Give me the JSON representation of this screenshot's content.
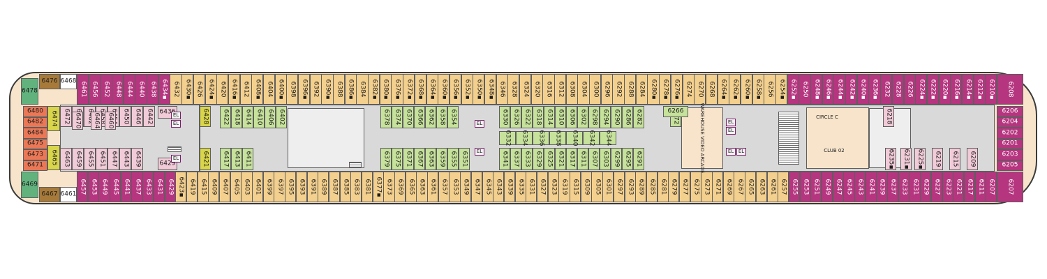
{
  "colors": {
    "hull": "#f7e4cb",
    "hall": "#d9d9d9",
    "balcony_suite": "#b5357f",
    "verandah": "#f4d08e",
    "oceanview": "#c6e29b",
    "interior": "#f1cbd8",
    "aft_suite": "#ea7857",
    "corner": "#a77a3a",
    "aft_green": "#62b27e",
    "lime": "#d9d64b"
  },
  "venues": {
    "arcade": "WAREHOUSE VIDEO ARCADE",
    "circle_c": "CIRCLE C",
    "club02": "CLUB 02",
    "elevator": "EL"
  },
  "top_row": [
    "6461",
    "6456",
    "6452",
    "6448",
    "6444",
    "6440",
    "6438",
    "6434▪",
    "6432",
    "6430▪",
    "6426",
    "6424▪",
    "6420",
    "6416▪",
    "6412",
    "6408▪",
    "6404",
    "6400▪",
    "6398",
    "6396▪",
    "6392",
    "6390▪",
    "6388",
    "6386▪",
    "6384",
    "6382▪",
    "6380▪",
    "6376▪",
    "6372▪",
    "6368▪",
    "6364▪",
    "6360▪",
    "6356▪",
    "6352▪",
    "6350▪",
    "6348▪",
    "6346",
    "6328",
    "6324",
    "6320",
    "6316",
    "6312",
    "6308",
    "6304",
    "6300",
    "6296",
    "6292",
    "6288",
    "6284",
    "6280▪",
    "6278▪",
    "6276▪",
    "6274",
    "6270",
    "6268",
    "6264▪",
    "6262▪",
    "6260▪",
    "6258▪",
    "6256",
    "6254▪",
    "6252▪",
    "6250",
    "6248▪",
    "6246▪",
    "6244▪",
    "6242▪",
    "6240▪",
    "6236▪",
    "6232",
    "6228",
    "6226",
    "6224▪",
    "6222▪",
    "6220▪",
    "6216▪",
    "6214▪",
    "6212▪",
    "6210▪"
  ],
  "bottom_row": [
    "6457",
    "6453",
    "6449",
    "6445",
    "6441",
    "6437",
    "6433",
    "6431",
    "6429",
    "6423▪",
    "6419",
    "6415",
    "6409",
    "6407",
    "6405",
    "6403",
    "6401",
    "6399",
    "6397",
    "6395",
    "6393",
    "6391",
    "6389",
    "6387",
    "6385",
    "6383",
    "6381",
    "6377▪",
    "6373",
    "6369",
    "6365",
    "6363",
    "6361",
    "6357",
    "6353",
    "6349",
    "6347",
    "6345",
    "6343",
    "6339",
    "6335",
    "6331",
    "6327",
    "6323",
    "6319",
    "6315",
    "6309",
    "6305",
    "6301",
    "6297",
    "6293",
    "6289",
    "6285",
    "6281",
    "6279",
    "6277",
    "6275",
    "6273",
    "6271",
    "6269",
    "6267",
    "6265",
    "6263",
    "6261",
    "6257",
    "6255",
    "6253",
    "6251",
    "6249",
    "6247",
    "6245",
    "6243",
    "6241",
    "6239",
    "6237",
    "6233",
    "6231",
    "6229",
    "6227",
    "6223",
    "6221",
    "6217",
    "6211",
    "6207"
  ],
  "aft": {
    "corner_top": "6476",
    "corner_bottom": "6467",
    "white_top": "6468",
    "white_bottom": "6461",
    "tip_top": "6478",
    "tip_bottom": "6469",
    "orange": [
      "6480",
      "6482",
      "6484",
      "6475",
      "6473",
      "6471"
    ],
    "lime_top": "6474",
    "lime_bottom": "6465"
  },
  "fwd": {
    "purple": [
      "6206",
      "6204",
      "6202",
      "6201",
      "6203",
      "6205"
    ],
    "top_right": "6208",
    "bottom_right": "6207"
  },
  "inner_upper_a": [
    "6472",
    "6466",
    "6462",
    "6458",
    "6454",
    "6450",
    "6446",
    "6442"
  ],
  "inner_lower_a": [
    "6463",
    "6459",
    "6455",
    "6451",
    "6447",
    "6443",
    "6439"
  ],
  "inner_misc": [
    "6470",
    "6464",
    "6460",
    "6436",
    "6429",
    "6428",
    "6421"
  ],
  "inner_upper_b": [
    "6422",
    "6418",
    "6414",
    "6410",
    "6406",
    "6402"
  ],
  "inner_lower_b": [
    "6417",
    "6413",
    "6411"
  ],
  "inner_upper_c": [
    "6378",
    "6374",
    "6370",
    "6366",
    "6362",
    "6358",
    "6354"
  ],
  "inner_lower_c": [
    "6379",
    "6375",
    "6371",
    "6367",
    "6363",
    "6359",
    "6355",
    "6351"
  ],
  "center_upper": [
    "6330",
    "6326",
    "6322",
    "6318",
    "6314",
    "6310",
    "6306",
    "6302",
    "6298",
    "6294",
    "6290",
    "6286",
    "6282"
  ],
  "center_mid": [
    "6332",
    "6334",
    "6336",
    "6338",
    "6340",
    "6342",
    "6344"
  ],
  "center_lower": [
    "6341",
    "6337",
    "6333",
    "6329",
    "6325",
    "6321",
    "6317",
    "6311",
    "6307",
    "6303",
    "6299",
    "6295",
    "6291"
  ],
  "inner_right": [
    "6272",
    "6266",
    "6218",
    "6235▪",
    "6231▪",
    "6225▪",
    "6219",
    "6215",
    "6209"
  ]
}
